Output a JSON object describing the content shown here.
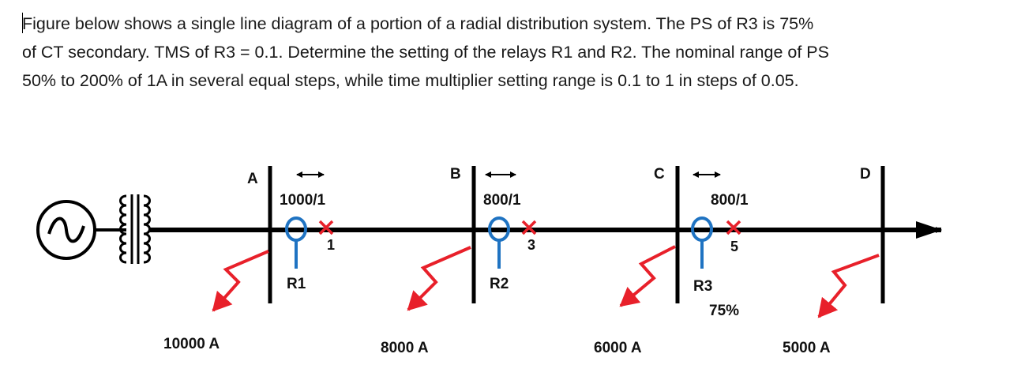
{
  "problem": {
    "lines": [
      "Figure below shows a single line diagram of a portion of a radial distribution system. The PS of R3 is 75%",
      "of CT secondary. TMS of R3 = 0.1. Determine the setting of the relays R1 and R2. The nominal range of PS",
      "50% to 200% of 1A in several equal steps, while time multiplier setting range is 0.1 to 1 in steps of 0.05."
    ]
  },
  "diagram": {
    "buses": [
      "A",
      "B",
      "C",
      "D"
    ],
    "ct_ratios": [
      "1000/1",
      "800/1",
      "800/1"
    ],
    "breaker_numbers": [
      "1",
      "3",
      "5"
    ],
    "relays": [
      "R1",
      "R2",
      "R3"
    ],
    "relay_ps_label": "75%",
    "fault_currents": [
      "10000 A",
      "8000 A",
      "6000 A",
      "5000 A"
    ],
    "colors": {
      "line": "#000000",
      "ct": "#1f73c2",
      "breaker": "#e8202a",
      "fault": "#e8202a"
    }
  }
}
